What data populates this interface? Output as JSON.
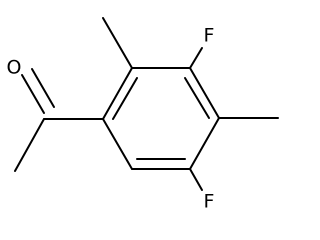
{
  "molecule": {
    "atoms": {
      "oxygen": "O",
      "fluorine_top": "F",
      "fluorine_bottom": "F"
    },
    "line_color": "#000000"
  }
}
